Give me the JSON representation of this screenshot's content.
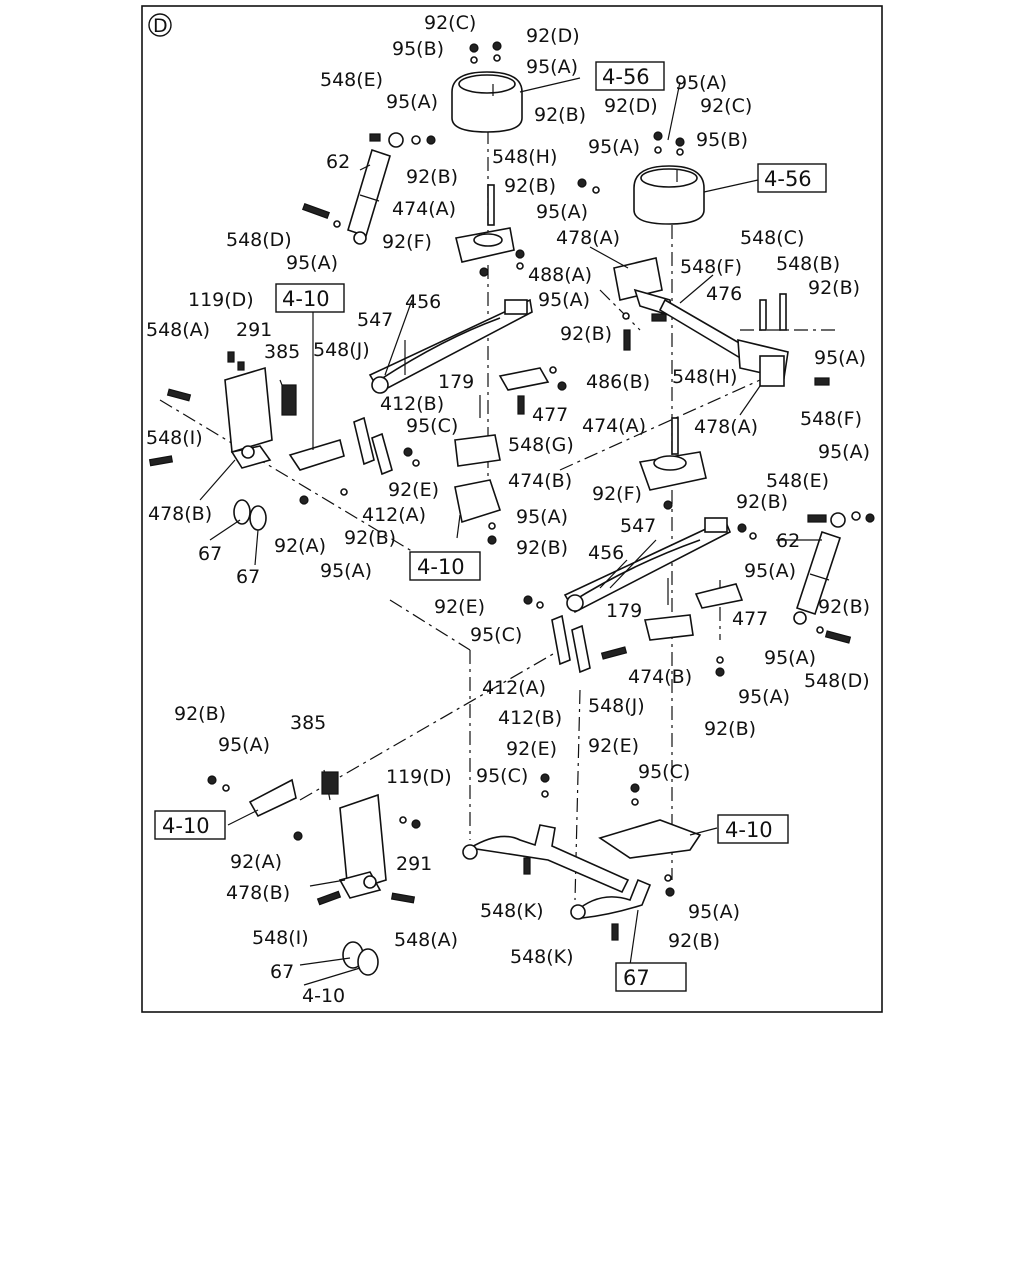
{
  "view_marker": "D",
  "labels": [
    "92(C)",
    "92(D)",
    "95(B)",
    "95(A)",
    "4-56",
    "548(E)",
    "95(A)",
    "95(A)",
    "92(D)",
    "92(C)",
    "95(B)",
    "92(B)",
    "95(A)",
    "62",
    "92(B)",
    "548(H)",
    "92(B)",
    "4-56",
    "474(A)",
    "95(A)",
    "548(D)",
    "92(F)",
    "478(A)",
    "548(C)",
    "95(A)",
    "488(A)",
    "548(F)",
    "548(B)",
    "92(B)",
    "476",
    "119(D)",
    "4-10",
    "548(A)",
    "291",
    "547",
    "456",
    "95(A)",
    "385",
    "548(J)",
    "92(B)",
    "95(A)",
    "486(B)",
    "548(H)",
    "179",
    "412(B)",
    "477",
    "548(F)",
    "548(I)",
    "95(C)",
    "548(G)",
    "474(A)",
    "478(A)",
    "95(A)",
    "92(E)",
    "474(B)",
    "92(F)",
    "548(E)",
    "478(B)",
    "412(A)",
    "95(A)",
    "92(B)",
    "67",
    "92(A)",
    "92(B)",
    "92(B)",
    "547",
    "62",
    "67",
    "95(A)",
    "4-10",
    "456",
    "95(A)",
    "92(E)",
    "179",
    "92(B)",
    "95(C)",
    "477",
    "412(A)",
    "474(B)",
    "95(A)",
    "548(D)",
    "412(B)",
    "548(J)",
    "95(A)",
    "92(B)",
    "92(B)",
    "95(A)",
    "385",
    "92(E)",
    "92(E)",
    "95(C)",
    "95(C)",
    "119(D)",
    "4-10",
    "4-10",
    "92(A)",
    "291",
    "478(B)",
    "548(K)",
    "95(A)",
    "548(I)",
    "548(A)",
    "92(B)",
    "548(K)",
    "67",
    "4-10",
    "67"
  ]
}
